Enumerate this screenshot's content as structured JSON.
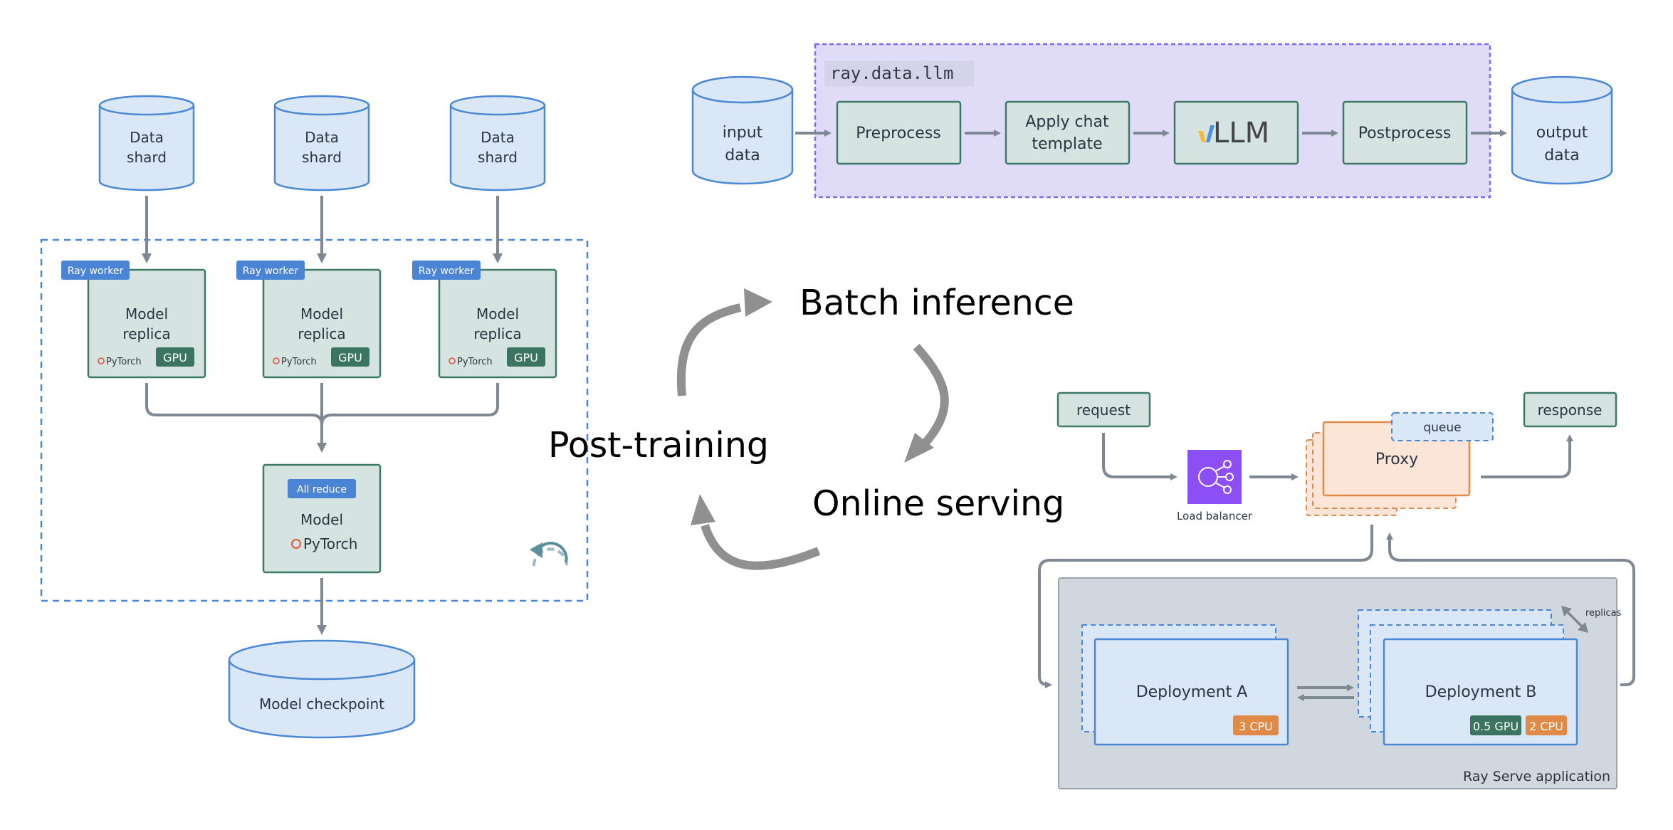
{
  "colors": {
    "cylinder_fill": "#dae7f6",
    "cylinder_stroke": "#4a88d6",
    "green_box_fill": "#d5e4e0",
    "green_box_stroke": "#3d7a66",
    "ray_worker_badge": "#4a84d4",
    "gpu_badge": "#3b7562",
    "cpu_badge": "#e08a48",
    "connector": "#7d8894",
    "cycle_arrow": "#909090",
    "pipeline_bg": "#e0dcf8",
    "pipeline_border": "#7b6ef0",
    "proxy_fill": "#fae5d6",
    "proxy_stroke": "#e08a48",
    "queue_fill": "#dae7f6",
    "load_balancer": "#8c4ff5",
    "serve_app_bg": "#d0d7de",
    "pytorch": "#e2553a"
  },
  "training": {
    "data_shards": [
      {
        "line1": "Data",
        "line2": "shard"
      },
      {
        "line1": "Data",
        "line2": "shard"
      },
      {
        "line1": "Data",
        "line2": "shard"
      }
    ],
    "workers": [
      {
        "badge": "Ray worker",
        "line1": "Model",
        "line2": "replica",
        "framework": "PyTorch",
        "device": "GPU"
      },
      {
        "badge": "Ray worker",
        "line1": "Model",
        "line2": "replica",
        "framework": "PyTorch",
        "device": "GPU"
      },
      {
        "badge": "Ray worker",
        "line1": "Model",
        "line2": "replica",
        "framework": "PyTorch",
        "device": "GPU"
      }
    ],
    "aggregate": {
      "badge": "All reduce",
      "title": "Model",
      "framework": "PyTorch"
    },
    "checkpoint": "Model checkpoint",
    "loop_icon": "refresh-cycle-icon"
  },
  "cycle": {
    "post_training": "Post-training",
    "batch_inference": "Batch inference",
    "online_serving": "Online serving"
  },
  "batch": {
    "module_label": "ray.data.llm",
    "input": {
      "line1": "input",
      "line2": "data"
    },
    "output": {
      "line1": "output",
      "line2": "data"
    },
    "steps": [
      {
        "line1": "Preprocess",
        "line2": ""
      },
      {
        "line1": "Apply chat",
        "line2": "template"
      },
      {
        "line1": "LLM",
        "line2": "",
        "logo": "vllm-logo"
      },
      {
        "line1": "Postprocess",
        "line2": ""
      }
    ]
  },
  "serving": {
    "request": "request",
    "response": "response",
    "load_balancer": "Load balancer",
    "proxy": "Proxy",
    "queue": "queue",
    "app_label": "Ray Serve application",
    "replicas_label": "replicas",
    "deployment_a": {
      "title": "Deployment A",
      "resources": [
        "3 CPU"
      ]
    },
    "deployment_b": {
      "title": "Deployment B",
      "resources": [
        "0.5 GPU",
        "2 CPU"
      ]
    }
  }
}
